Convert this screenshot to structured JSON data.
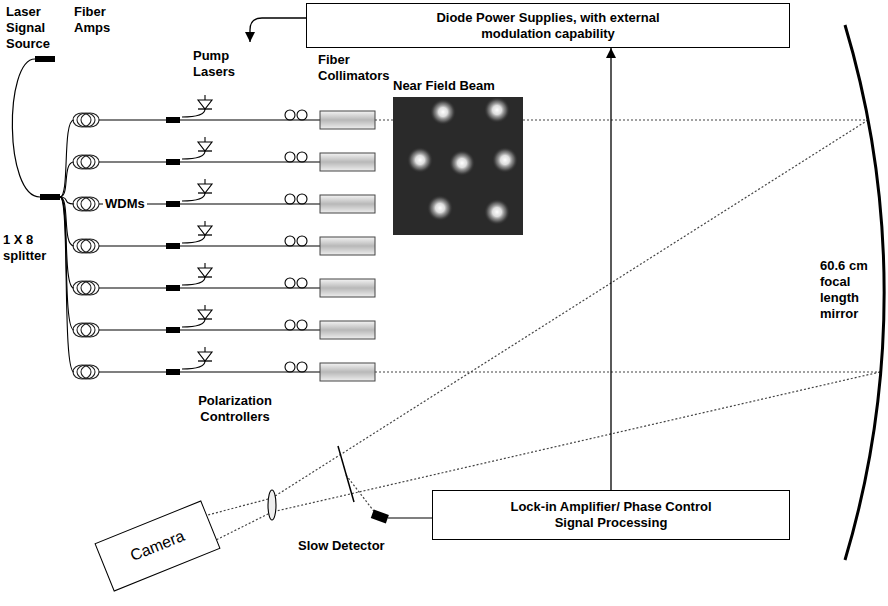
{
  "diagram": {
    "nodes": [
      {
        "text": [
          "Diode Power Supplies, with external modulation capability"
        ]
      },
      {
        "text": [
          "Lock-in Amplifier/ Phase Control Signal Processing"
        ]
      },
      {
        "text": [
          "Camera"
        ]
      }
    ],
    "edges": [
      {
        "from": 1,
        "to": 0,
        "arrow": "to"
      }
    ],
    "labels": [
      "Laser Signal Source",
      "Fiber Amps",
      "Pump Lasers",
      "Fiber Collimators",
      "Near Field Beam",
      "WDMs",
      "1 X 8 splitter",
      "60.6 cm focal length mirror",
      "Polarization Controllers",
      "Slow Detector"
    ]
  }
}
